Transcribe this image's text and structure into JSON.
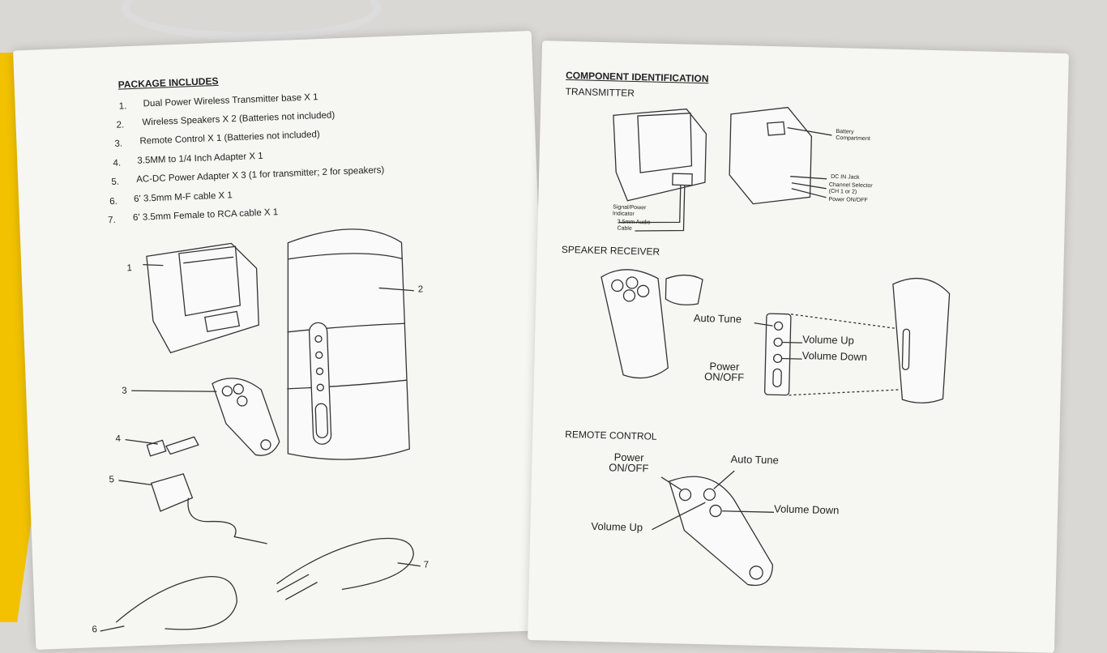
{
  "left_page": {
    "heading": "PACKAGE INCLUDES",
    "items": [
      {
        "num": "1.",
        "text": "Dual Power Wireless Transmitter base X 1"
      },
      {
        "num": "2.",
        "text": "Wireless Speakers X 2 (Batteries not included)"
      },
      {
        "num": "3.",
        "text": "Remote Control X 1 (Batteries not included)"
      },
      {
        "num": "4.",
        "text": "3.5MM to 1/4 Inch Adapter X 1"
      },
      {
        "num": "5.",
        "text": "AC-DC Power Adapter X 3 (1 for transmitter; 2 for speakers)"
      },
      {
        "num": "6.",
        "text": "6' 3.5mm M-F cable X 1"
      },
      {
        "num": "7.",
        "text": "6' 3.5mm Female to RCA cable X 1"
      }
    ],
    "callouts": [
      "1",
      "2",
      "3",
      "4",
      "5",
      "6",
      "7"
    ]
  },
  "right_page": {
    "heading": "COMPONENT IDENTIFICATION",
    "transmitter": {
      "title": "TRANSMITTER",
      "signal": "Signal/Power\nIndicator",
      "cable": "3.5mm Audio\nCable",
      "battery": "Battery\nCompartment",
      "dc": "DC IN Jack",
      "channel": "Channel Selector\n(CH 1 or 2)",
      "power": "Power ON/OFF"
    },
    "speaker": {
      "title": "SPEAKER RECEIVER",
      "auto_tune": "Auto Tune",
      "vol_up": "Volume Up",
      "vol_down": "Volume Down",
      "power": "Power\nON/OFF"
    },
    "remote": {
      "title": "REMOTE CONTROL",
      "power": "Power\nON/OFF",
      "auto_tune": "Auto Tune",
      "vol_down": "Volume Down",
      "vol_up": "Volume Up"
    }
  }
}
